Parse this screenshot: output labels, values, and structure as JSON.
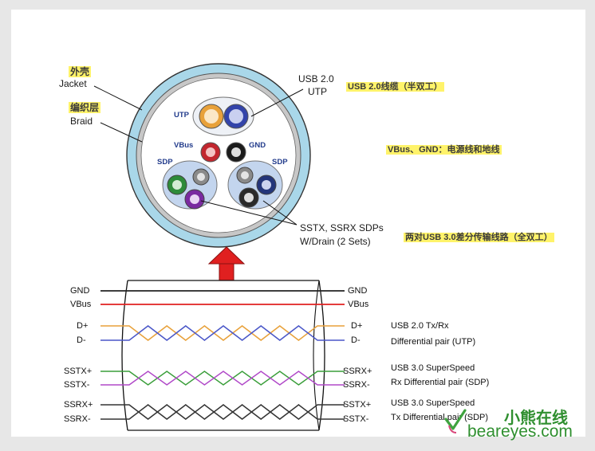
{
  "labels": {
    "jacket_cn": "外壳",
    "jacket_en": "Jacket",
    "braid_cn": "编织层",
    "braid_en": "Braid",
    "usb20": "USB 2.0",
    "utp": "UTP",
    "usb20_desc_cn": "USB 2.0线缆（半双工）",
    "vbus_gnd_cn": "VBus、GND：电源线和地线",
    "sstx_ssrx": "SSTX, SSRX SDPs",
    "wdrain": "W/Drain (2 Sets)",
    "usb30_desc_cn": "两对USB 3.0差分传输线路（全双工）"
  },
  "cross_section": {
    "utp": "UTP",
    "vbus": "VBus",
    "gnd": "GND",
    "sdp_left": "SDP",
    "sdp_right": "SDP"
  },
  "pins_left": [
    "GND",
    "VBus",
    "D+",
    "D-",
    "SSTX+",
    "SSTX-",
    "SSRX+",
    "SSRX-"
  ],
  "pins_right": [
    "GND",
    "VBus",
    "D+",
    "D-",
    "SSRX+",
    "SSRX-",
    "SSTX+",
    "SSTX-"
  ],
  "descriptions": {
    "usb20_pair_1": "USB 2.0 Tx/Rx",
    "usb20_pair_2": "Differential pair (UTP)",
    "rx_pair_1": "USB 3.0 SuperSpeed",
    "rx_pair_2": "Rx Differential pair (SDP)",
    "tx_pair_1": "USB 3.0 SuperSpeed",
    "tx_pair_2": "Tx Differential pair (SDP)"
  },
  "watermark": {
    "cn": "小熊在线",
    "url": "beareyes.com"
  },
  "colors": {
    "jacket": "#a8d6e8",
    "braid": "#bdbdbd",
    "arrow": "#e02020",
    "vbus_line": "#e02020",
    "gnd_line": "#222222",
    "dplus": "#e8a13a",
    "dminus": "#4a57c8",
    "sstx_plus": "#3a9e3a",
    "sstx_minus": "#b048c8",
    "ssrx": "#333333",
    "highlight": "#fff36a"
  }
}
